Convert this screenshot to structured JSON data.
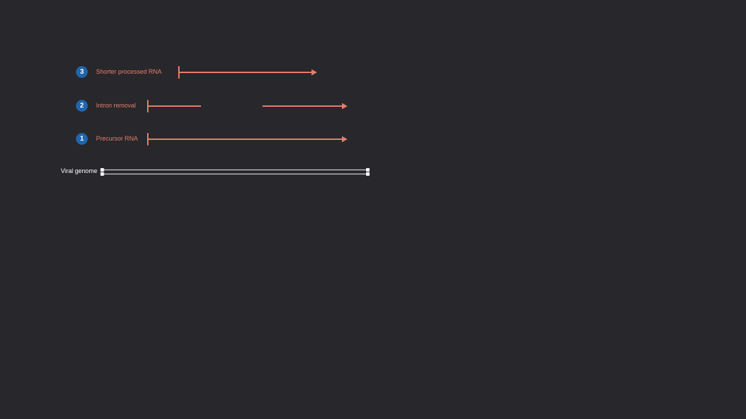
{
  "diagram": {
    "steps": [
      {
        "number": "3",
        "label": "Shorter processed RNA"
      },
      {
        "number": "2",
        "label": "Intron removal"
      },
      {
        "number": "1",
        "label": "Precursor RNA"
      }
    ],
    "genome_label": "Viral genome"
  },
  "colors": {
    "background": "#28272b",
    "badge": "#1f66ad",
    "rna": "#e47f6d",
    "genome": "#cfcfcf"
  }
}
